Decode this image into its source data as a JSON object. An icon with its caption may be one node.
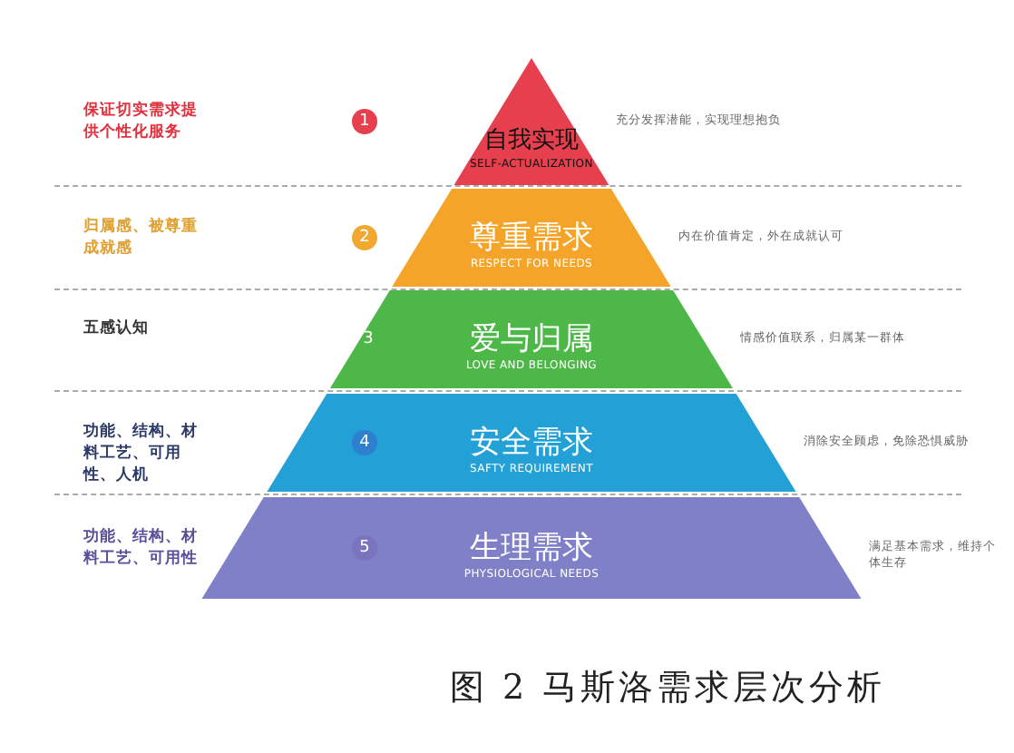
{
  "diagram": {
    "caption": "图 2 马斯洛需求层次分析",
    "nodes": [
      {
        "text": [
          "自我实现",
          "SELF-ACTUALIZATION"
        ]
      },
      {
        "text": [
          "尊重需求",
          "RESPECT FOR NEEDS"
        ]
      },
      {
        "text": [
          "爱与归属",
          "LOVE AND BELONGING"
        ]
      },
      {
        "text": [
          "安全需求",
          "SAFTY REQUIREMENT"
        ]
      },
      {
        "text": [
          "生理需求",
          "PHYSIOLOGICAL NEEDS"
        ]
      }
    ],
    "edges": [],
    "labels": [
      "保证切实需求提供个性化服务",
      "1",
      "充分发挥潜能，实现理想抱负",
      "归属感、被尊重成就感",
      "2",
      "内在价值肯定，外在成就认可",
      "五感认知",
      "3",
      "情感价值联系，归属某一群体",
      "功能、结构、材料工艺、可用性、人机",
      "4",
      "消除安全顾虑，免除恐惧威胁",
      "功能、结构、材料工艺、可用性",
      "5",
      "满足基本需求，维持个体生存"
    ]
  }
}
